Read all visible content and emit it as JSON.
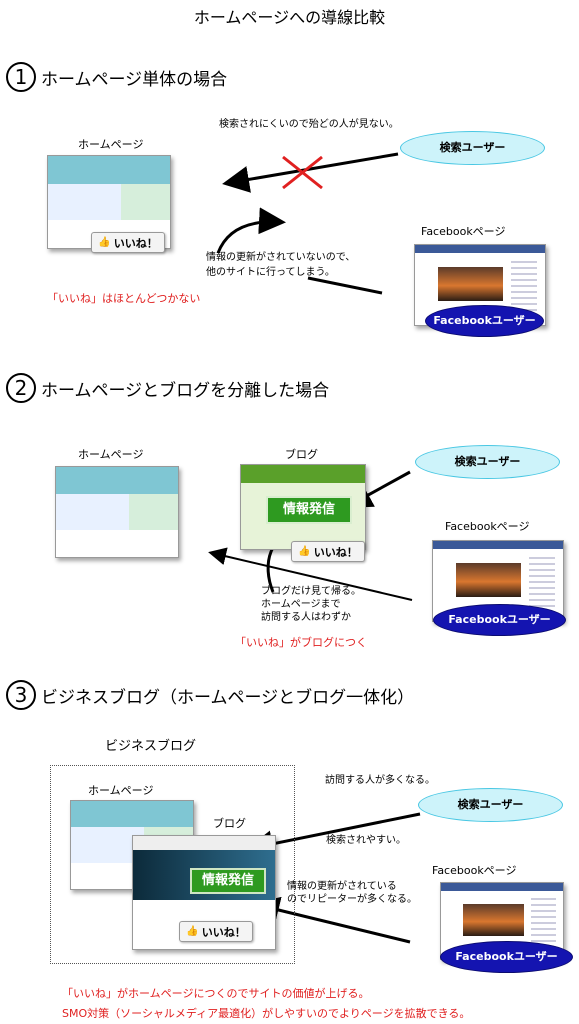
{
  "title": "ホームページへの導線比較",
  "sections": [
    {
      "number": "1",
      "title": "ホームページ単体の場合",
      "homepage_label": "ホームページ",
      "facebook_page_label": "Facebookページ",
      "search_user": "検索ユーザー",
      "facebook_user": "Facebookユーザー",
      "note_search": "検索されにくいので殆どの人が見ない。",
      "note_update": [
        "情報の更新がされていないので、",
        "他のサイトに行ってしまう。"
      ],
      "red_note": "「いいね」はほとんどつかない",
      "like_label": "いいね！"
    },
    {
      "number": "2",
      "title": "ホームページとブログを分離した場合",
      "homepage_label": "ホームページ",
      "blog_label": "ブログ",
      "facebook_page_label": "Facebookページ",
      "search_user": "検索ユーザー",
      "facebook_user": "Facebookユーザー",
      "info_label": "情報発信",
      "like_label": "いいね！",
      "note": [
        "ブログだけ見て帰る。",
        "ホームページまで",
        "訪問する人はわずか"
      ],
      "red_note": "「いいね」がブログにつく"
    },
    {
      "number": "3",
      "title": "ビジネスブログ（ホームページとブログ一体化）",
      "box_label": "ビジネスブログ",
      "homepage_label": "ホームページ",
      "blog_label": "ブログ",
      "facebook_page_label": "Facebookページ",
      "search_user": "検索ユーザー",
      "facebook_user": "Facebookユーザー",
      "info_label": "情報発信",
      "like_label": "いいね！",
      "note_visit": "訪問する人が多くなる。",
      "note_search": "検索されやすい。",
      "note_update": [
        "情報の更新がされている",
        "のでリピーターが多くなる。"
      ],
      "red_notes": [
        "「いいね」がホームページにつくのでサイトの価値が上げる。",
        "SMO対策（ソーシャルメディア最適化）がしやすいのでよりページを拡散できる。"
      ]
    }
  ],
  "colors": {
    "red": "#e02020",
    "search_fill": "#cdf3fa",
    "fb_fill": "#1414b0",
    "info_green": "#2e9a20"
  }
}
